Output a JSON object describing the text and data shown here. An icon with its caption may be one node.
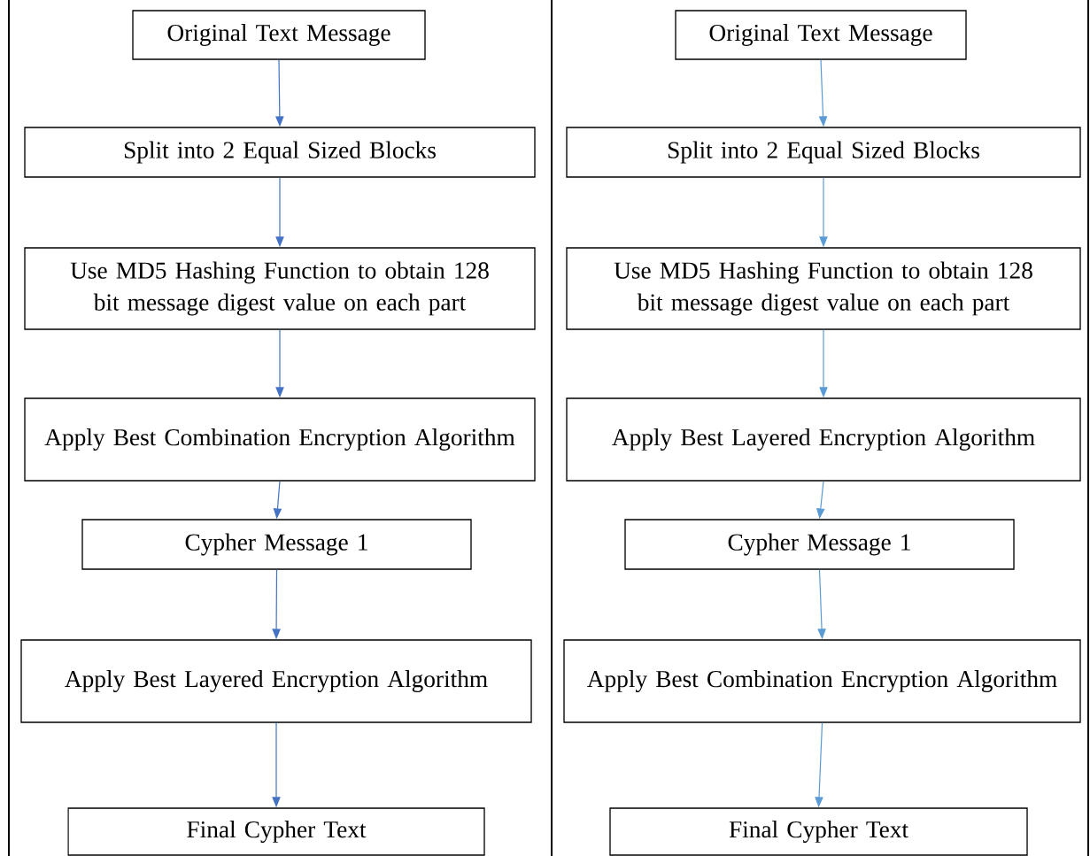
{
  "diagram": {
    "nodes": [
      {
        "text": [
          "Original Text Message"
        ]
      },
      {
        "text": [
          "Split into 2 Equal Sized Blocks"
        ]
      },
      {
        "text": [
          "Use MD5 Hashing Function to obtain 128 bit message digest value on each part"
        ]
      },
      {
        "text": [
          "Apply Best Combination Encryption Algorithm"
        ]
      },
      {
        "text": [
          "Cypher Message 1"
        ]
      },
      {
        "text": [
          "Apply Best Layered Encryption Algorithm"
        ]
      },
      {
        "text": [
          "Final Cypher Text"
        ]
      },
      {
        "text": [
          "Original Text Message"
        ]
      },
      {
        "text": [
          "Split into 2 Equal Sized Blocks"
        ]
      },
      {
        "text": [
          "Use MD5 Hashing Function to obtain 128 bit message digest value on each part"
        ]
      },
      {
        "text": [
          "Apply Best Layered Encryption Algorithm"
        ]
      },
      {
        "text": [
          "Cypher Message 1"
        ]
      },
      {
        "text": [
          "Apply Best Combination Encryption Algorithm"
        ]
      },
      {
        "text": [
          "Final Cypher Text"
        ]
      }
    ],
    "edges": [
      {
        "from": 0,
        "to": 1,
        "arrow": "to",
        "color": "#4472c4"
      },
      {
        "from": 1,
        "to": 2,
        "arrow": "to",
        "color": "#4472c4"
      },
      {
        "from": 2,
        "to": 3,
        "arrow": "to",
        "color": "#4472c4"
      },
      {
        "from": 3,
        "to": 4,
        "arrow": "to",
        "color": "#4472c4"
      },
      {
        "from": 4,
        "to": 5,
        "arrow": "to",
        "color": "#4472c4"
      },
      {
        "from": 5,
        "to": 6,
        "arrow": "to",
        "color": "#4472c4"
      },
      {
        "from": 7,
        "to": 8,
        "arrow": "to",
        "color": "#5b9bd5"
      },
      {
        "from": 8,
        "to": 9,
        "arrow": "to",
        "color": "#5b9bd5"
      },
      {
        "from": 9,
        "to": 10,
        "arrow": "to",
        "color": "#5b9bd5"
      },
      {
        "from": 10,
        "to": 11,
        "arrow": "to",
        "color": "#5b9bd5"
      },
      {
        "from": 11,
        "to": 12,
        "arrow": "to",
        "color": "#5b9bd5"
      },
      {
        "from": 12,
        "to": 13,
        "arrow": "to",
        "color": "#5b9bd5"
      }
    ]
  }
}
